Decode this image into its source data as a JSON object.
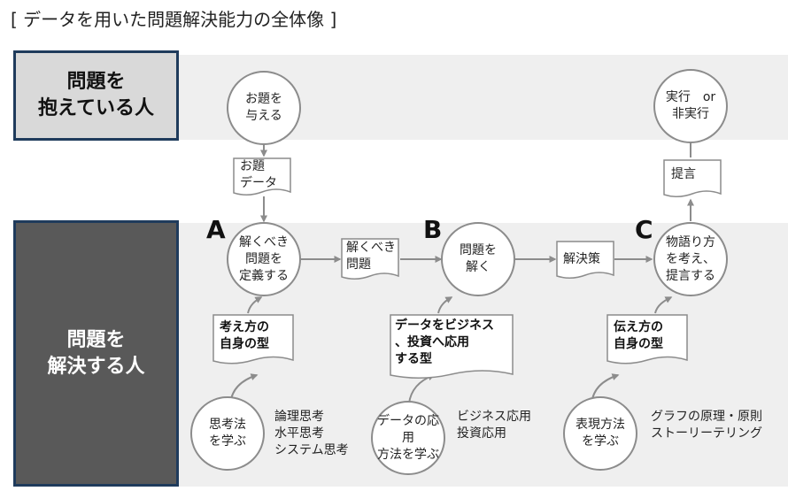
{
  "title": "[ データを用いた問題解決能力の全体像 ]",
  "roles": {
    "top": "問題を\n抱えている人",
    "bottom": "問題を\n解決する人"
  },
  "circles": {
    "give_problem": "お題を\n与える",
    "execute": "実行　or\n非実行",
    "define": "解くべき\n問題を\n定義する",
    "solve": "問題を\n解く",
    "story": "物語り方\nを考え、\n提言する",
    "thinking": "思考法\nを学ぶ",
    "applied": "データの応用\n方法を学ぶ",
    "express": "表現方法\nを学ぶ"
  },
  "docs": {
    "odai": "お題\nデータ",
    "teigen": "提言",
    "toku": "解くべき\n問題",
    "kaiketsu": "解決策",
    "kangae": "考え方の\n自身の型",
    "data_biz": "データをビジネス\n、投資へ応用\nする型",
    "tsutae": "伝え方の\n自身の型"
  },
  "letters": {
    "a": "A",
    "b": "B",
    "c": "C"
  },
  "notes": {
    "thinking": "論理思考\n水平思考\nシステム思考",
    "applied": "ビジネス応用\n投資応用",
    "express": "グラフの原理・原則\nストーリーテリング"
  },
  "colors": {
    "navy": "#1f3b5c",
    "band": "#efefef",
    "dark_role": "#595959",
    "light_role": "#d9d9d9",
    "arrow": "#8c8c8c"
  }
}
